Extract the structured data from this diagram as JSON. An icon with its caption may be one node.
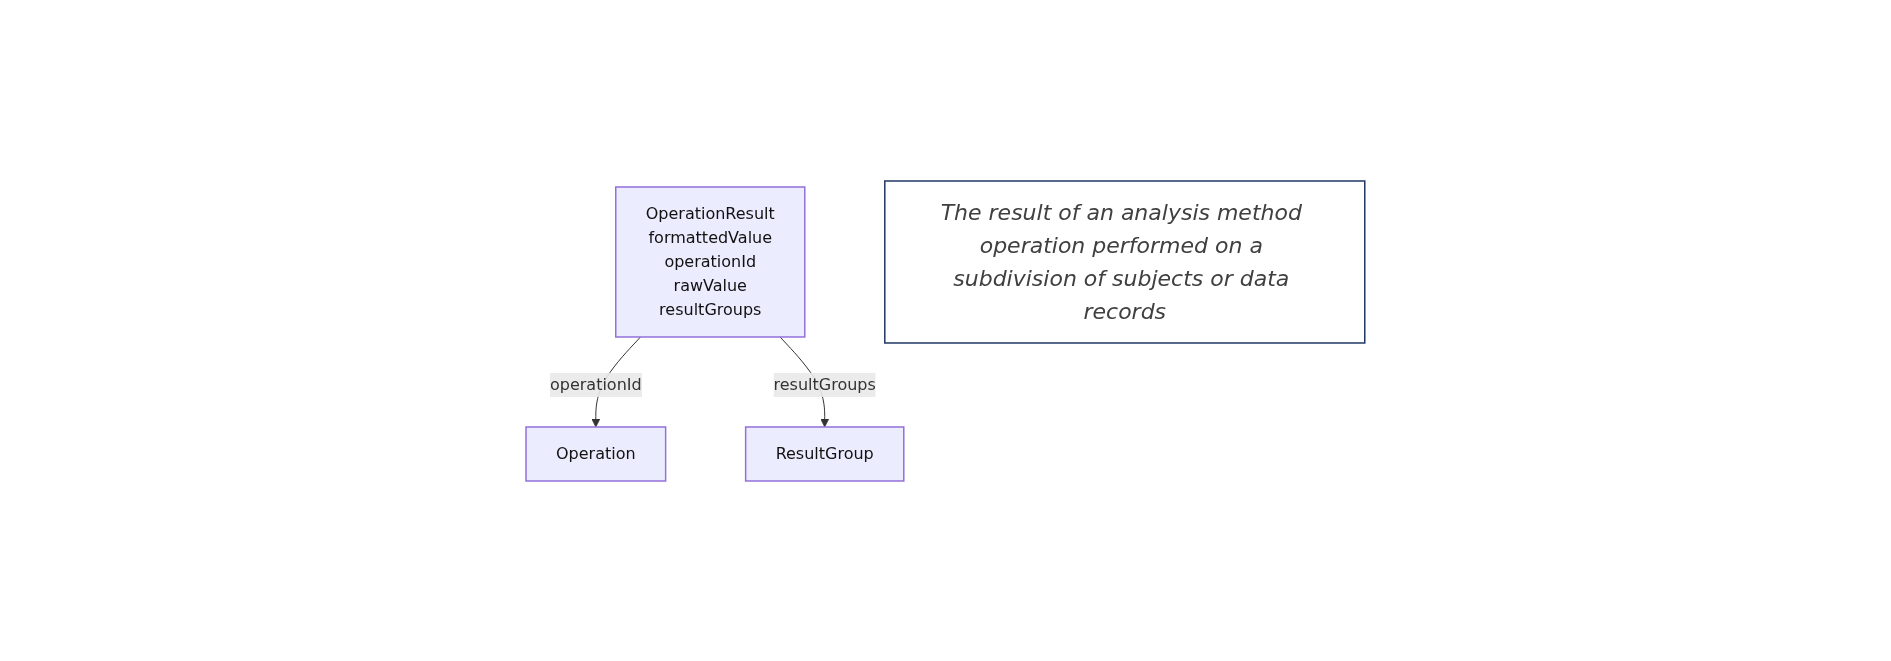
{
  "diagram": {
    "nodes": [
      {
        "text": [
          "OperationResult",
          "formattedValue",
          "operationId",
          "rawValue",
          "resultGroups"
        ]
      },
      {
        "text": [
          "Operation"
        ]
      },
      {
        "text": [
          "ResultGroup"
        ]
      },
      {
        "text": [
          "The result of an analysis method operation performed on a subdivision of subjects or data records"
        ]
      }
    ],
    "edges": [
      {
        "from": 0,
        "to": 1,
        "arrow": "to",
        "label": "operationId"
      },
      {
        "from": 0,
        "to": 2,
        "arrow": "to",
        "label": "resultGroups"
      }
    ]
  }
}
